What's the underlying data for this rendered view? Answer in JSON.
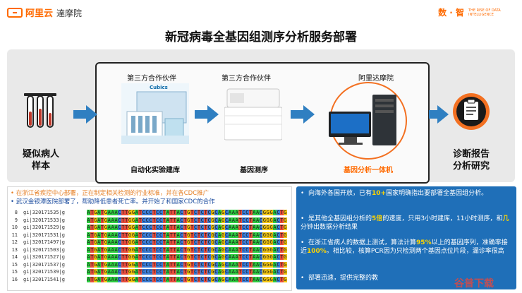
{
  "header": {
    "aliyun_label": "阿里云",
    "damo_label": "達摩院",
    "right_brand": "数 · 智",
    "right_tagline": "THE RISE OF DATA INTELLIGENCE"
  },
  "title": "新冠病毒全基因组测序分析服务部署",
  "flow": {
    "left_label_1": "疑似病人",
    "left_label_2": "样本",
    "steps": [
      {
        "top": "第三方合作伙伴",
        "bottom": "自动化实验建库"
      },
      {
        "top": "第三方合作伙伴",
        "bottom": "基因测序"
      },
      {
        "top": "阿里达摩院",
        "bottom": "基因分析一体机"
      }
    ],
    "right_label_1": "诊断报告",
    "right_label_2": "分析研究",
    "product_brand": "Cubics",
    "accent": "#ff6a00",
    "arrow_color": "#2f7fc1"
  },
  "notes": [
    "• 在浙江省疾控中心部署，正在制定相关检测的行业标准，并在各CDC推广",
    "• 武汉金银潭医院部署了，帮助降低患者死亡率。并开始了和国家CDC的合作"
  ],
  "sequences": [
    {
      "n": "8",
      "id": "gi|320171535|g"
    },
    {
      "n": "9",
      "id": "gi|320171533|g"
    },
    {
      "n": "10",
      "id": "gi|320171529|g"
    },
    {
      "n": "11",
      "id": "gi|320171531|g"
    },
    {
      "n": "12",
      "id": "gi|320171497|g"
    },
    {
      "n": "13",
      "id": "gi|320171503|g"
    },
    {
      "n": "14",
      "id": "gi|320171527|g"
    },
    {
      "n": "15",
      "id": "gi|320171537|g"
    },
    {
      "n": "15",
      "id": "gi|320171539|g"
    },
    {
      "n": "16",
      "id": "gi|320171541|g"
    }
  ],
  "sequence_text": "ATGATGAAACTTGGATCCCTCCTATTACTGTCTCTCGCAGCAAATCCTAACGGGACTG",
  "info": {
    "b1_pre": "向海外各国开放，已有",
    "b1_hl": "10+",
    "b1_post": "国家明确指出要部署全基因组分析。",
    "b2_pre": "是其他全基因组分析的",
    "b2_hl": "5倍",
    "b2_mid": "的速度，只用3小时建库，11小时测序，和",
    "b2_hl2": "几",
    "b2_post": "分钟出数据分析结果",
    "b3_pre": "在浙江省病人的数据上测试，算法计算",
    "b3_hl": "95%",
    "b3_mid": "以上的基因序列，准确率接近",
    "b3_hl2": "100%",
    "b3_post": "。相比较，核算PCR因为只检测两个基因点位片段，漏诊率很高",
    "b4": "部署迅速，提供完整的教",
    "highlight_color": "#ffd400"
  },
  "watermark": "谷普下载"
}
